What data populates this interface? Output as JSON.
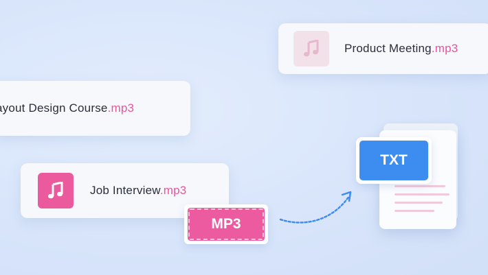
{
  "colors": {
    "background": "#d9e6fb",
    "card": "#f6f8fc",
    "accent_pink": "#ea5a9d",
    "accent_blue": "#3d8df0",
    "text": "#2a2e3a"
  },
  "files": [
    {
      "name": "Product Meeting",
      "ext": ".mp3",
      "icon": "music-note-icon",
      "icon_style": "faded"
    },
    {
      "name": "ayout Design Course",
      "ext": ".mp3"
    },
    {
      "name": "Job Interview",
      "ext": ".mp3",
      "icon": "music-note-icon",
      "icon_style": "solid"
    }
  ],
  "conversion": {
    "from_label": "MP3",
    "to_label": "TXT",
    "arrow_icon": "curved-arrow-icon",
    "document_icon": "text-document-icon"
  }
}
